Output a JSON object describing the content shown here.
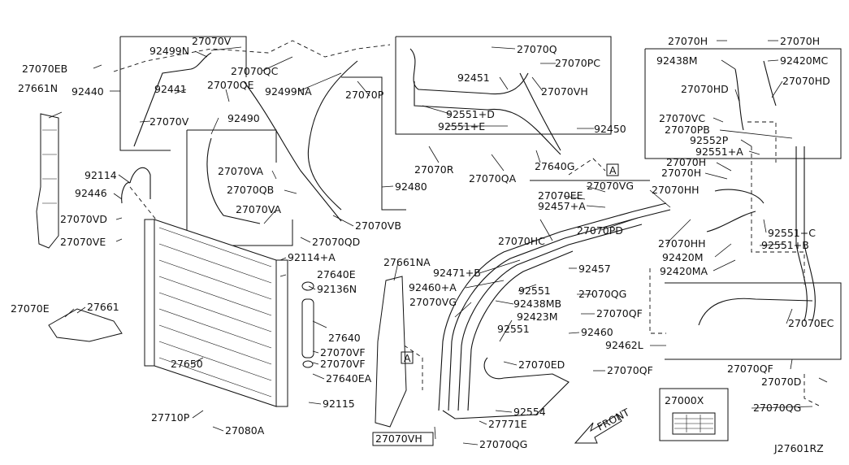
{
  "diagram_id": "J27601RZ",
  "parts": {
    "p27070V_top": "27070V",
    "p92499N": "92499N",
    "p27070EB": "27070EB",
    "p27070QC": "27070QC",
    "p92499NA": "92499NA",
    "p27070QE": "27070QE",
    "p27661N": "27661N",
    "p92440": "92440",
    "p92441": "92441",
    "p27070P": "27070P",
    "p27070V_mid": "27070V",
    "p92490": "92490",
    "p27070Q": "27070Q",
    "p27070PC": "27070PC",
    "p92451": "92451",
    "p27070VH_top": "27070VH",
    "p92551D": "92551+D",
    "p92551E": "92551+E",
    "p92450": "92450",
    "p27070R": "27070R",
    "p27640G": "27640G",
    "p27070QA": "27070QA",
    "p27070H_a": "27070H",
    "p27070H_b": "27070H",
    "p92438M": "92438M",
    "p92420MC": "92420MC",
    "p27070HD": "27070HD",
    "p27070HD_left": "27070HD",
    "p27070VC": "27070VC",
    "p27070PB": "27070PB",
    "p92552P": "92552P",
    "p92551A": "92551+A",
    "p27070H_c": "27070H",
    "p27070H_d": "27070H",
    "p92114": "92114",
    "p92446": "92446",
    "p27070VA_a": "27070VA",
    "p27070QB": "27070QB",
    "p27070VA_b": "27070VA",
    "p27070VD": "27070VD",
    "p27070VE": "27070VE",
    "p92480": "92480",
    "p27070VB": "27070VB",
    "p27070QD": "27070QD",
    "p27070VG_top": "27070VG",
    "p27070EE": "27070EE",
    "p92457A": "92457+A",
    "p27070HH_a": "27070HH",
    "p27070HC": "27070HC",
    "p27070PD": "27070PD",
    "p27070HH_b": "27070HH",
    "p92420M": "92420M",
    "p92420MA": "92420MA",
    "p92551C": "92551+C",
    "p92551B": "92551+B",
    "p92114A": "92114+A",
    "p27640E": "27640E",
    "p92136N": "92136N",
    "p27661NA": "27661NA",
    "p92471B": "92471+B",
    "p92457": "92457",
    "p92460A": "92460+A",
    "p92551_a": "92551",
    "p27070QG_a": "27070QG",
    "p27070VG_mid": "27070VG",
    "p92438MB": "92438MB",
    "p27070QF_a": "27070QF",
    "p92423M": "92423M",
    "p27070E": "27070E",
    "p27661": "27661",
    "p27640": "27640",
    "p92460": "92460",
    "p92551_b": "92551",
    "p27070EC": "27070EC",
    "p92462L": "92462L",
    "p27070VF_a": "27070VF",
    "p27070VF_b": "27070VF",
    "p27650": "27650",
    "p27640EA": "27640EA",
    "p27070ED": "27070ED",
    "p27070QF_b": "27070QF",
    "p27070QF_c": "27070QF",
    "p27070D": "27070D",
    "p92115": "92115",
    "p92554": "92554",
    "p27710P": "27710P",
    "p27080A": "27080A",
    "p27771E": "27771E",
    "p27000X": "27000X",
    "p27070QG_b": "27070QG",
    "p27070VH_bot": "27070VH",
    "p27070QG_c": "27070QG"
  },
  "markers": {
    "ref_a_1": "A",
    "ref_a_2": "A",
    "front": "FRONT"
  }
}
